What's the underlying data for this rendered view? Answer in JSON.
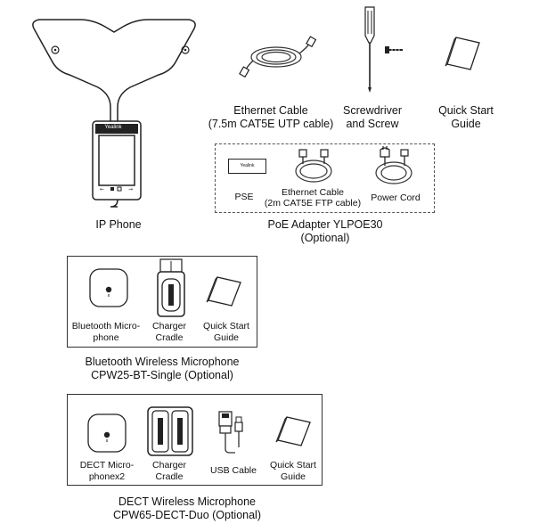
{
  "phone": {
    "brand": "Yealink",
    "label": "IP Phone"
  },
  "ethernet_cable": {
    "label_line1": "Ethernet Cable",
    "label_line2": "(7.5m CAT5E UTP cable)"
  },
  "screwdriver": {
    "label_line1": "Screwdriver",
    "label_line2": "and Screw"
  },
  "quick_start": {
    "label_line1": "Quick Start",
    "label_line2": "Guide"
  },
  "poe": {
    "pse_brand": "Yealink",
    "pse_label": "PSE",
    "cable_label_line1": "Ethernet Cable",
    "cable_label_line2": "(2m CAT5E FTP cable)",
    "power_cord_label": "Power Cord",
    "title_line1": "PoE Adapter YLPOE30",
    "title_line2": "(Optional)"
  },
  "bt": {
    "mic_label_line1": "Bluetooth Micro-",
    "mic_label_line2": "phone",
    "cradle_label_line1": "Charger",
    "cradle_label_line2": "Cradle",
    "guide_label_line1": "Quick Start",
    "guide_label_line2": "Guide",
    "title_line1": "Bluetooth Wireless Microphone",
    "title_line2": "CPW25-BT-Single (Optional)"
  },
  "dect": {
    "mic_label_line1": "DECT Micro-",
    "mic_label_line2": "phonex2",
    "cradle_label_line1": "Charger",
    "cradle_label_line2": "Cradle",
    "usb_label": "USB Cable",
    "guide_label_line1": "Quick Start",
    "guide_label_line2": "Guide",
    "title_line1": "DECT Wireless Microphone",
    "title_line2": "CPW65-DECT-Duo (Optional)"
  }
}
